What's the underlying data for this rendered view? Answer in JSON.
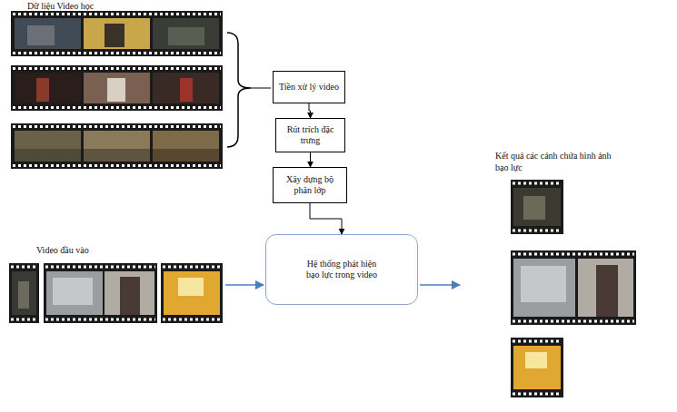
{
  "diagram": {
    "nodes": [
      {
        "text": [
          "Tiền xử lý video"
        ]
      },
      {
        "text": [
          "Rút trích đặc trưng"
        ]
      },
      {
        "text": [
          "Xây dựng bộ phân lớp"
        ]
      },
      {
        "text": [
          "Hệ thống phát hiện bạo lực trong video"
        ]
      }
    ],
    "edges": [
      {
        "from": 0,
        "to": 1,
        "arrow": "to"
      },
      {
        "from": 1,
        "to": 2,
        "arrow": "to"
      },
      {
        "from": 2,
        "to": 3,
        "arrow": "to"
      }
    ],
    "labels": [
      "Dữ liệu Video học",
      "Video đầu vào",
      "Kết quả các cảnh chứa hình ảnh bạo lực"
    ]
  }
}
